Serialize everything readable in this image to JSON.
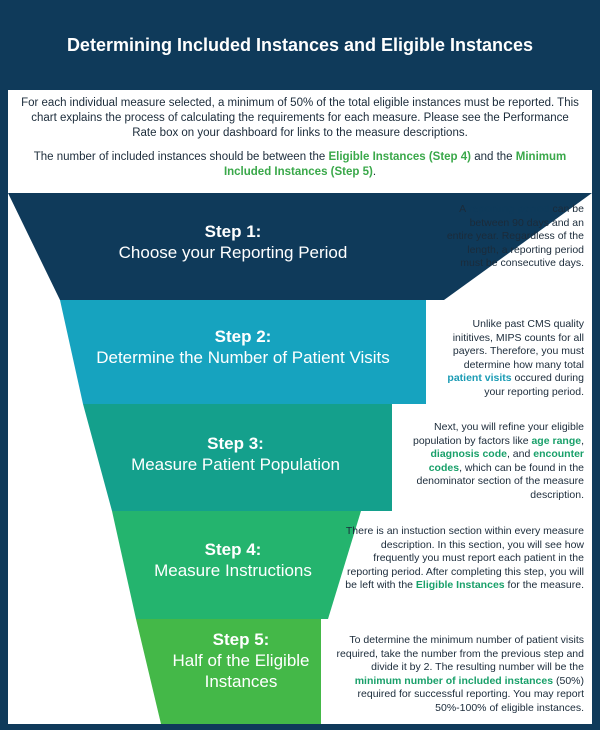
{
  "title": "Determining Included Instances and Eligible Instances",
  "intro": {
    "para1": "For each individual measure selected, a minimum of 50% of the total eligible instances must be reported. This chart explains the process of calculating the requirements for each measure. Please see the Performance Rate box on your dashboard for links to the measure descriptions.",
    "para2_a": "The number of included instances should be between the ",
    "para2_link1": "Eligible Instances (Step 4)",
    "para2_b": " and the ",
    "para2_link2": "Minimum Included Instances (Step 5)",
    "para2_c": "."
  },
  "colors": {
    "header_bg": "#0f3a5a",
    "step1": "#0f3a5a",
    "step2": "#16a3bf",
    "step3": "#14a08c",
    "step4": "#24b46e",
    "step5": "#44b848",
    "accent_green": "#3aa84a"
  },
  "steps": [
    {
      "number": "Step 1:",
      "name": "Choose your Reporting Period",
      "desc_a": "A ",
      "desc_hl1": "reporting period",
      "desc_b": " can be between 90 days and an entire year. Regardless of the length, a reporting period must be consecutive days."
    },
    {
      "number": "Step 2:",
      "name": "Determine the Number of Patient Visits",
      "desc_a": "Unlike past CMS quality inititives, MIPS counts for all payers. Therefore, you must determine how many total ",
      "desc_hl1": "patient visits",
      "desc_b": " occured during your reporting period."
    },
    {
      "number": "Step 3:",
      "name": "Measure Patient Population",
      "desc_a": "Next, you will refine your eligible population by factors like ",
      "desc_hl1": "age range",
      "desc_b": ", ",
      "desc_hl2": "diagnosis code",
      "desc_c": ", and ",
      "desc_hl3": "encounter codes",
      "desc_d": ", which can be found in the denominator section of the measure description."
    },
    {
      "number": "Step 4:",
      "name": "Measure Instructions",
      "desc_a": "There is an instuction section within every measure description. In this section,  you will see how frequently you must report each patient in the reporting period. After completing this step, you will be left with the ",
      "desc_hl1": "Eligible Instances",
      "desc_b": " for the measure."
    },
    {
      "number": "Step 5:",
      "name": "Half of the Eligible Instances",
      "desc_a": "To determine the minimum number of patient visits required, take the number from the previous step and divide it by 2. The resulting number will be the ",
      "desc_hl1": "minimum number of included instances",
      "desc_b": " (50%) required for successful reporting. You may report 50%-100% of eligible instances."
    }
  ]
}
